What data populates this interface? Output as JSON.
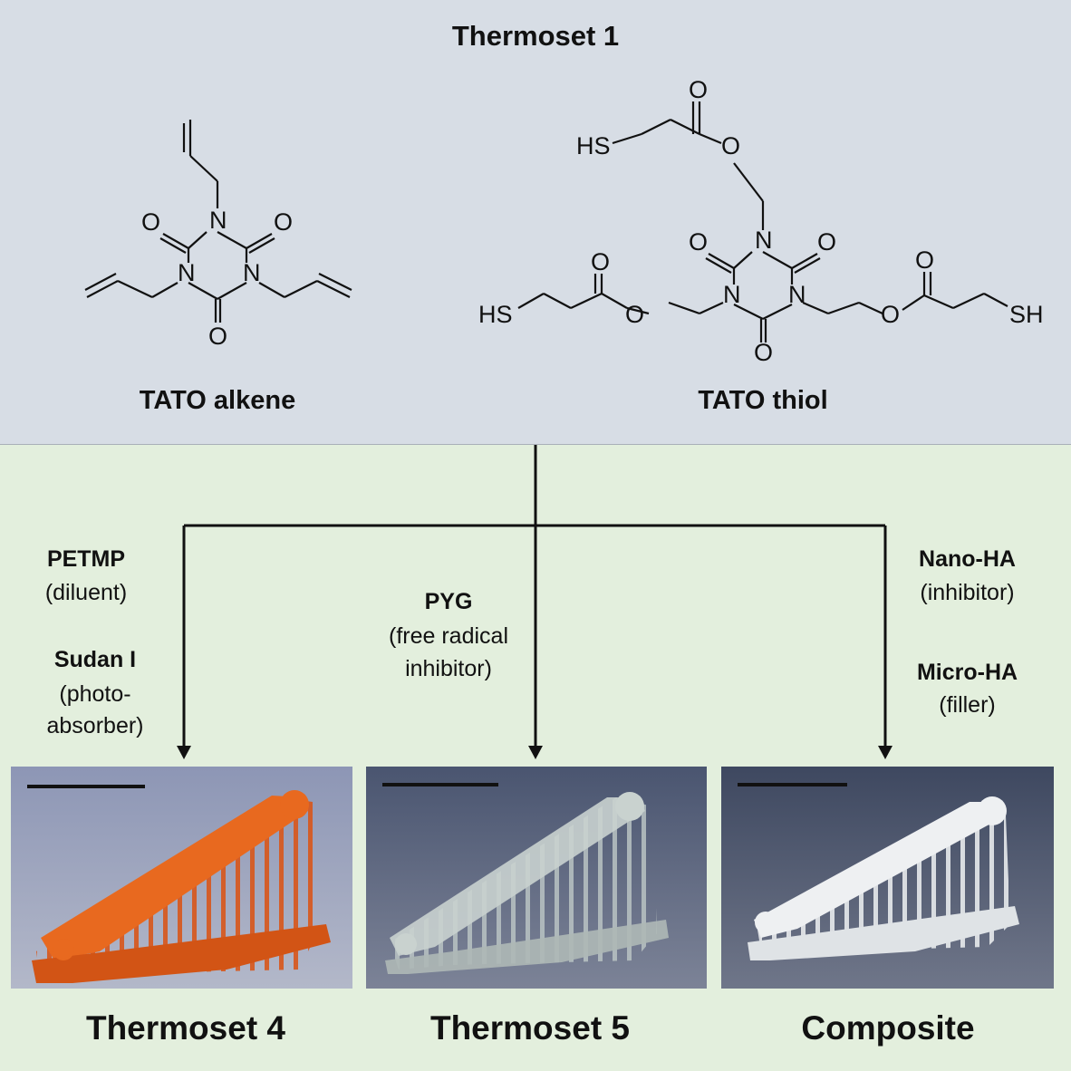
{
  "header": {
    "title": "Thermoset 1"
  },
  "molecules": [
    {
      "name": "TATO alkene",
      "atoms": {
        "O": "O",
        "N": "N"
      }
    },
    {
      "name": "TATO thiol",
      "atoms": {
        "O": "O",
        "N": "N",
        "HS": "HS",
        "SH": "SH"
      }
    }
  ],
  "branches": [
    {
      "additives": [
        {
          "name": "PETMP",
          "role": "(diluent)"
        },
        {
          "name": "Sudan I",
          "role_lines": [
            "(photo-",
            "absorber)"
          ]
        }
      ],
      "result": "Thermoset 4",
      "photo": {
        "subject": "orange 3D-printed scaffold",
        "color": "#e8691f"
      }
    },
    {
      "additives": [
        {
          "name": "PYG",
          "role_lines": [
            "(free radical",
            "inhibitor)"
          ]
        }
      ],
      "result": "Thermoset 5",
      "photo": {
        "subject": "transparent 3D-printed scaffold",
        "color": "#c9d2cf"
      }
    },
    {
      "additives": [
        {
          "name": "Nano-HA",
          "role": "(inhibitor)"
        },
        {
          "name": "Micro-HA",
          "role": "(filler)"
        }
      ],
      "result": "Composite",
      "photo": {
        "subject": "white 3D-printed scaffold",
        "color": "#eef0f2"
      }
    }
  ],
  "colors": {
    "top_bg": "#d7dde5",
    "bottom_bg": "#e3efdd",
    "ink": "#111111"
  }
}
